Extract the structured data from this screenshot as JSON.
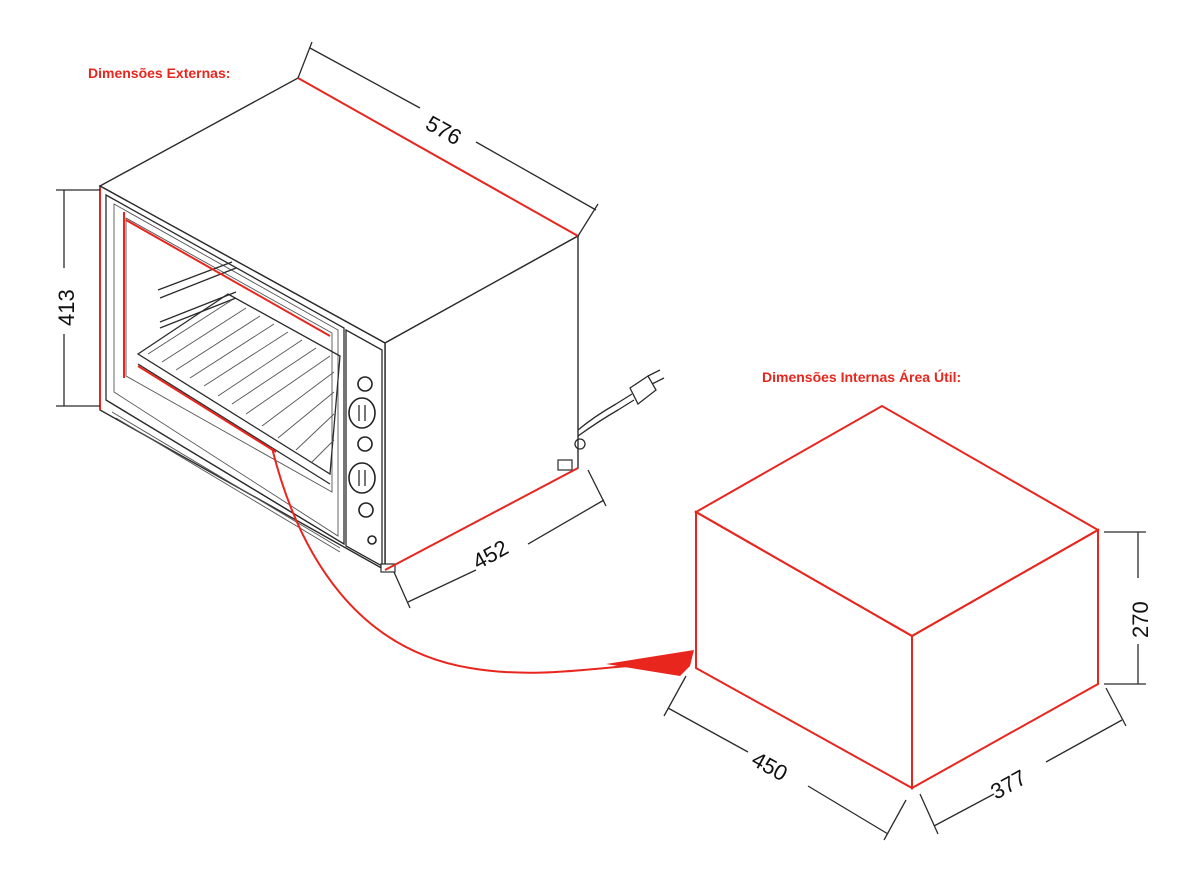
{
  "external": {
    "title": "Dimensões Externas:",
    "width": "576",
    "height": "413",
    "depth": "452"
  },
  "internal": {
    "title": "Dimensões Internas Área Útil:",
    "height": "270",
    "width": "450",
    "depth": "377"
  },
  "colors": {
    "accent": "#e8261e",
    "line": "#2b2b2b"
  }
}
